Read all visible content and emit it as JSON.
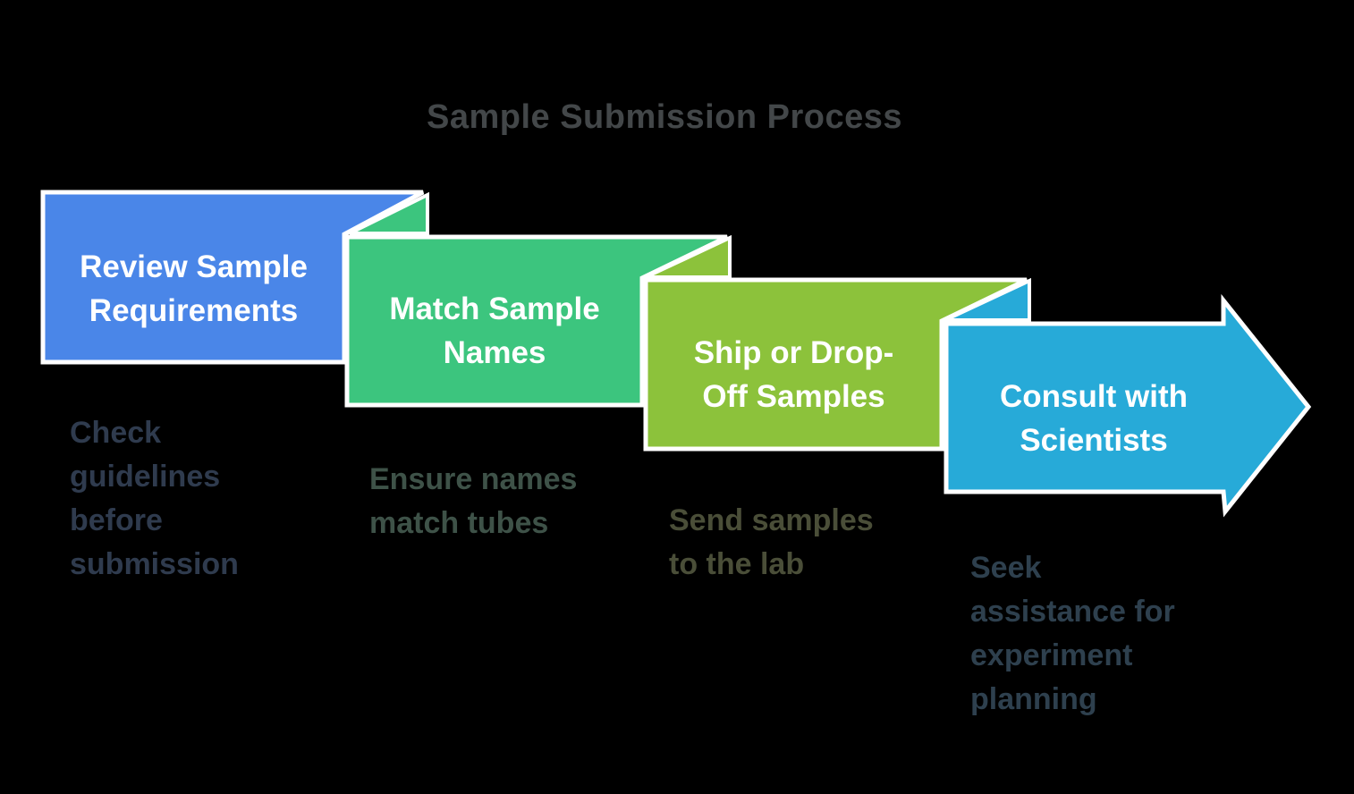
{
  "background_color": "#000000",
  "stroke_color": "#ffffff",
  "title": {
    "text": "Sample Submission Process",
    "color": "#434749"
  },
  "steps": [
    {
      "label": "Review Sample\nRequirements",
      "label_color": "#ffffff",
      "fill": "#4a86e8",
      "caption": "Check\nguidelines\nbefore\nsubmission",
      "caption_color": "#2f3b4e"
    },
    {
      "label": "Match Sample\nNames",
      "label_color": "#ffffff",
      "fill": "#3cc57e",
      "caption": "Ensure names\nmatch tubes",
      "caption_color": "#3e5248"
    },
    {
      "label": "Ship or Drop-\nOff Samples",
      "label_color": "#ffffff",
      "fill": "#8cc23b",
      "caption": "Send samples\nto the lab",
      "caption_color": "#4a4e38"
    },
    {
      "label": "Consult with\nScientists",
      "label_color": "#ffffff",
      "fill": "#27aad8",
      "caption": "Seek\nassistance for\nexperiment\nplanning",
      "caption_color": "#2e404e"
    }
  ]
}
